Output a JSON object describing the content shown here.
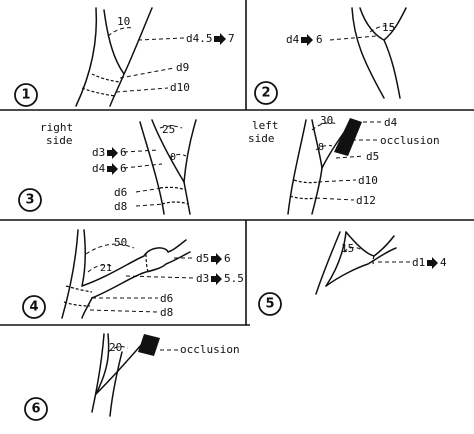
{
  "panels": {
    "p1": {
      "number": "1",
      "angle": "10",
      "d_change": "d4.5",
      "d_change_to": "7",
      "d_a": "d9",
      "d_b": "d10"
    },
    "p2": {
      "number": "2",
      "angle": "15",
      "d_change": "d4",
      "d_change_to": "6"
    },
    "p3": {
      "number": "3",
      "right_side": "right\nside",
      "right_line1": "right",
      "right_line2": "side",
      "angle_right": "25",
      "angle_right_small": "0",
      "r_d1": "d3",
      "r_d1_to": "6",
      "r_d2": "d4",
      "r_d2_to": "6",
      "r_d3": "d6",
      "r_d4": "d8",
      "left_line1": "left",
      "left_line2": "side",
      "angle_left": "30",
      "angle_left_small": "8",
      "l_d1": "d4",
      "l_occlusion": "occlusion",
      "l_d2": "d5",
      "l_d3": "d10",
      "l_d4": "d12"
    },
    "p4": {
      "number": "4",
      "angle1": "50",
      "angle2": "21",
      "d1": "d5",
      "d1_to": "6",
      "d2": "d3",
      "d2_to": "5.5",
      "d3": "d6",
      "d4": "d8"
    },
    "p5": {
      "number": "5",
      "angle": "15",
      "d1": "d1",
      "d1_to": "4"
    },
    "p6": {
      "number": "6",
      "angle": "20",
      "occlusion": "occlusion"
    }
  },
  "colors": {
    "ink": "#111111",
    "paper": "#ffffff"
  }
}
